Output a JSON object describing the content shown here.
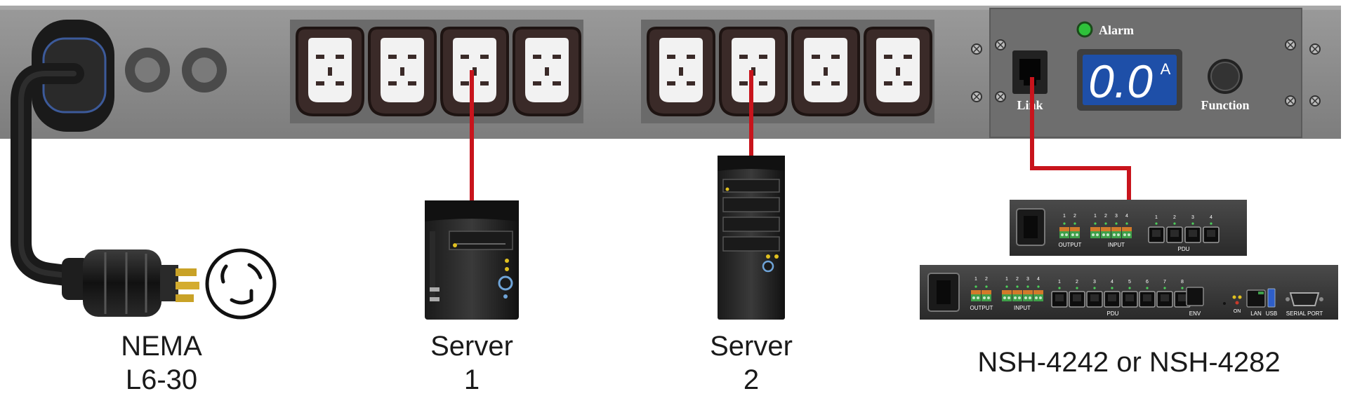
{
  "captions": {
    "plug": {
      "line1": "NEMA",
      "line2": "L6-30"
    },
    "server1": {
      "line1": "Server",
      "line2": "1"
    },
    "server2": {
      "line1": "Server",
      "line2": "2"
    },
    "sensor_hub": "NSH-4242 or NSH-4282"
  },
  "pdu_panel": {
    "alarm_label": "Alarm",
    "link_label": "Link",
    "function_label": "Function",
    "display_value": "0.0",
    "display_unit": "A"
  },
  "hub_small": {
    "output_label": "OUTPUT",
    "input_label": "INPUT",
    "pdu_label": "PDU",
    "output_ports": [
      "1",
      "2"
    ],
    "input_ports": [
      "1",
      "2",
      "3",
      "4"
    ],
    "pdu_ports": [
      "1",
      "2",
      "3",
      "4"
    ]
  },
  "hub_large": {
    "output_label": "OUTPUT",
    "input_label": "INPUT",
    "pdu_label": "PDU",
    "env_label": "ENV",
    "on_label": "ON",
    "lan_label": "LAN",
    "usb_label": "USB",
    "serial_label": "SERIAL PORT",
    "output_ports": [
      "1",
      "2"
    ],
    "input_ports": [
      "1",
      "2",
      "3",
      "4"
    ],
    "pdu_ports": [
      "1",
      "2",
      "3",
      "4",
      "5",
      "6",
      "7",
      "8"
    ]
  },
  "colors": {
    "pdu_body": "#8c8c8c",
    "outlet_bay": "#6e6e6e",
    "outlet": "#3a2a28",
    "cable_red": "#c8141c",
    "lcd_blue": "#1e4fa8",
    "terminal_green": "#3fa04a",
    "alarm_led": "#2ec23a"
  },
  "icons": {
    "plug": "nema-plug-icon",
    "receptacle": "nema-receptacle-icon",
    "server": "tower-server-icon",
    "outlet": "c13-outlet-icon",
    "rj45": "rj45-port-icon"
  }
}
